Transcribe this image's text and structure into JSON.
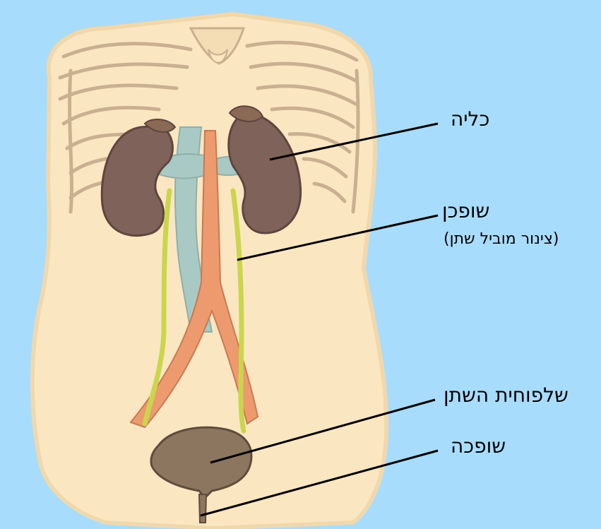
{
  "labels": {
    "kidney": "כליה",
    "ureter": "שופכן",
    "ureter_sub": "(צינור מוביל שתן)",
    "bladder": "שלפוחית השתן",
    "urethra": "שופכה"
  },
  "colors": {
    "background": "#a8dcfc",
    "torso": "#fbe6c2",
    "rib_outline": "#c8b090",
    "kidney": "#7f6259",
    "aorta": "#ec9a6e",
    "vena_cava": "#a9c9c4",
    "ureter": "#c9d64c",
    "bladder": "#8c7660",
    "leader_line": "#000000"
  }
}
